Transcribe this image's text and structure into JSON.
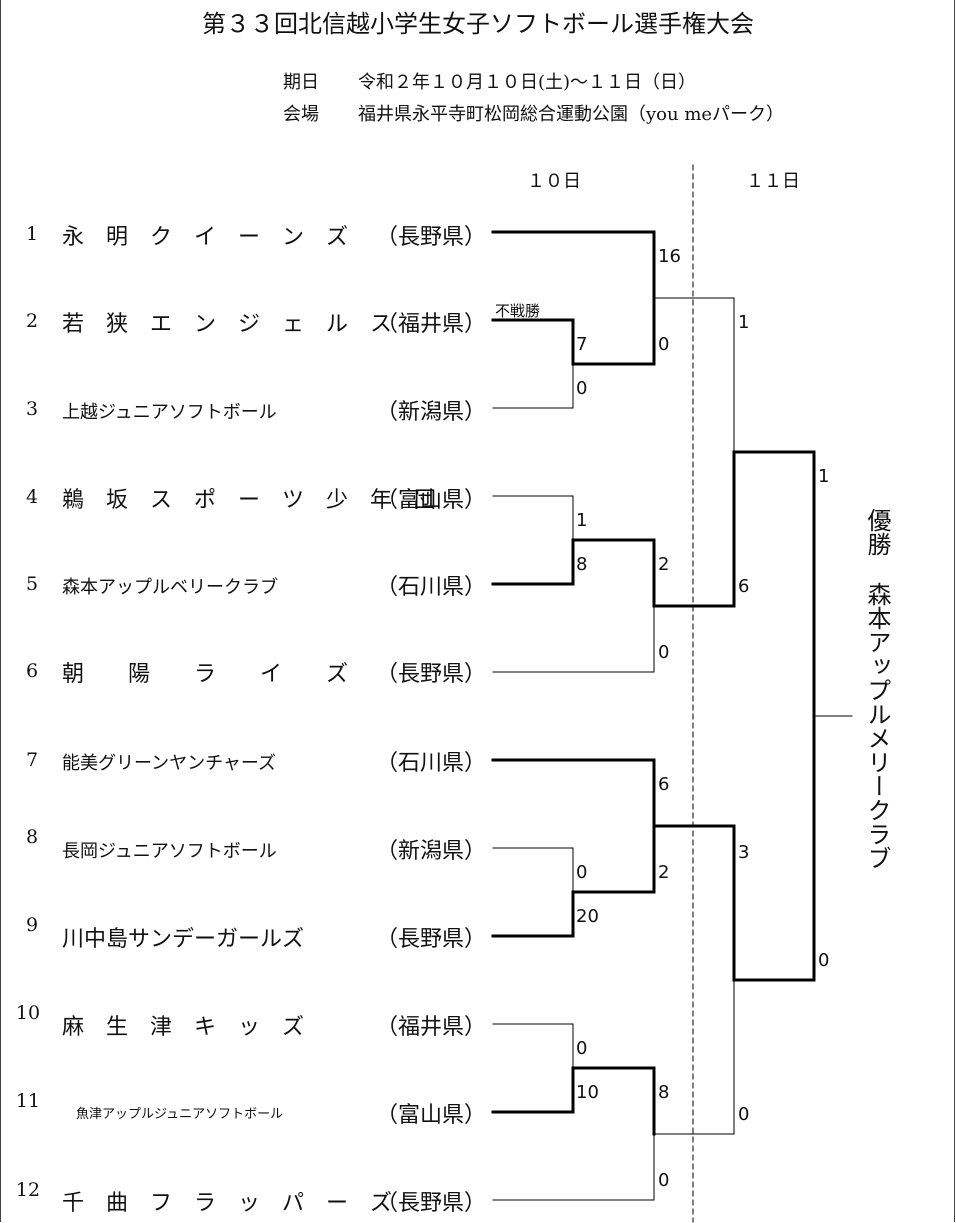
{
  "title": "第３３回北信越小学生女子ソフトボール選手権大会",
  "info": {
    "date_label": "期日",
    "date_value": "令和２年１０月１０日(土)～１１日（日）",
    "venue_label": "会場",
    "venue_value": "福井県永平寺町松岡総合運動公園（you meパーク）"
  },
  "days": [
    "１０日",
    "１１日"
  ],
  "teams": [
    {
      "seed": "1",
      "name": "永　明　ク　イ　ー　ン　ズ",
      "pref": "（長野県）"
    },
    {
      "seed": "2",
      "name": "若　狭　エ　ン　ジ　ェ　ル　ス",
      "pref": "（福井県）"
    },
    {
      "seed": "3",
      "name": "上越ジュニアソフトボール",
      "pref": "（新潟県）"
    },
    {
      "seed": "4",
      "name": "鵜　坂　ス　ポ　ー　ツ　少　年　団",
      "pref": "（富山県）"
    },
    {
      "seed": "5",
      "name": "森本アップルベリークラブ",
      "pref": "（石川県）"
    },
    {
      "seed": "6",
      "name": "朝　　陽　　ラ　　イ　　ズ",
      "pref": "（長野県）"
    },
    {
      "seed": "7",
      "name": "能美グリーンヤンチャーズ",
      "pref": "（石川県）"
    },
    {
      "seed": "8",
      "name": "長岡ジュニアソフトボール",
      "pref": "（新潟県）"
    },
    {
      "seed": "9",
      "name": "川中島サンデーガールズ",
      "pref": "（長野県）"
    },
    {
      "seed": "10",
      "name": "麻　生　津　キ　ッ　ズ",
      "pref": "（福井県）"
    },
    {
      "seed": "11",
      "name": "魚津アップルジュニアソフトボール",
      "pref": "（富山県）"
    },
    {
      "seed": "12",
      "name": "千　曲　フ　ラ　ッ　パ　ー　ズ",
      "pref": "（長野県）"
    }
  ],
  "bye_note": "不戦勝",
  "scores": [
    "16",
    "7",
    "0",
    "0",
    "1",
    "1",
    "8",
    "2",
    "6",
    "0",
    "1",
    "6",
    "0",
    "2",
    "20",
    "3",
    "0",
    "10",
    "8",
    "0",
    "0",
    "0"
  ],
  "winner": {
    "label": "優勝",
    "team": "森本アップルメリークラブ"
  }
}
